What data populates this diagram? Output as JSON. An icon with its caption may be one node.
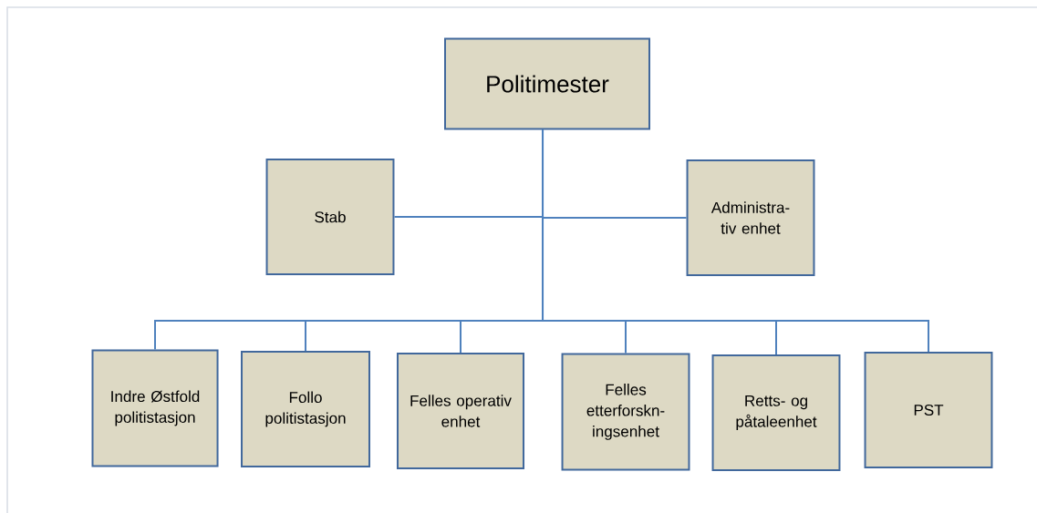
{
  "diagram": {
    "nodes": [
      {
        "text": [
          "Politimester"
        ]
      },
      {
        "text": [
          "Stab"
        ]
      },
      {
        "text": [
          "Administra- tiv enhet"
        ]
      },
      {
        "text": [
          "Indre Østfold politistasjon"
        ]
      },
      {
        "text": [
          "Follo politistasjon"
        ]
      },
      {
        "text": [
          "Felles operativ enhet"
        ]
      },
      {
        "text": [
          "Felles etterforskn- ingsenhet"
        ]
      },
      {
        "text": [
          "Retts- og påtaleenhet"
        ]
      },
      {
        "text": [
          "PST"
        ]
      }
    ],
    "edges": [
      {
        "from": 0,
        "to": 1,
        "arrow": "none"
      },
      {
        "from": 0,
        "to": 2,
        "arrow": "none"
      },
      {
        "from": 0,
        "to": 3,
        "arrow": "none"
      },
      {
        "from": 0,
        "to": 4,
        "arrow": "none"
      },
      {
        "from": 0,
        "to": 5,
        "arrow": "none"
      },
      {
        "from": 0,
        "to": 6,
        "arrow": "none"
      },
      {
        "from": 0,
        "to": 7,
        "arrow": "none"
      },
      {
        "from": 0,
        "to": 8,
        "arrow": "none"
      }
    ]
  }
}
